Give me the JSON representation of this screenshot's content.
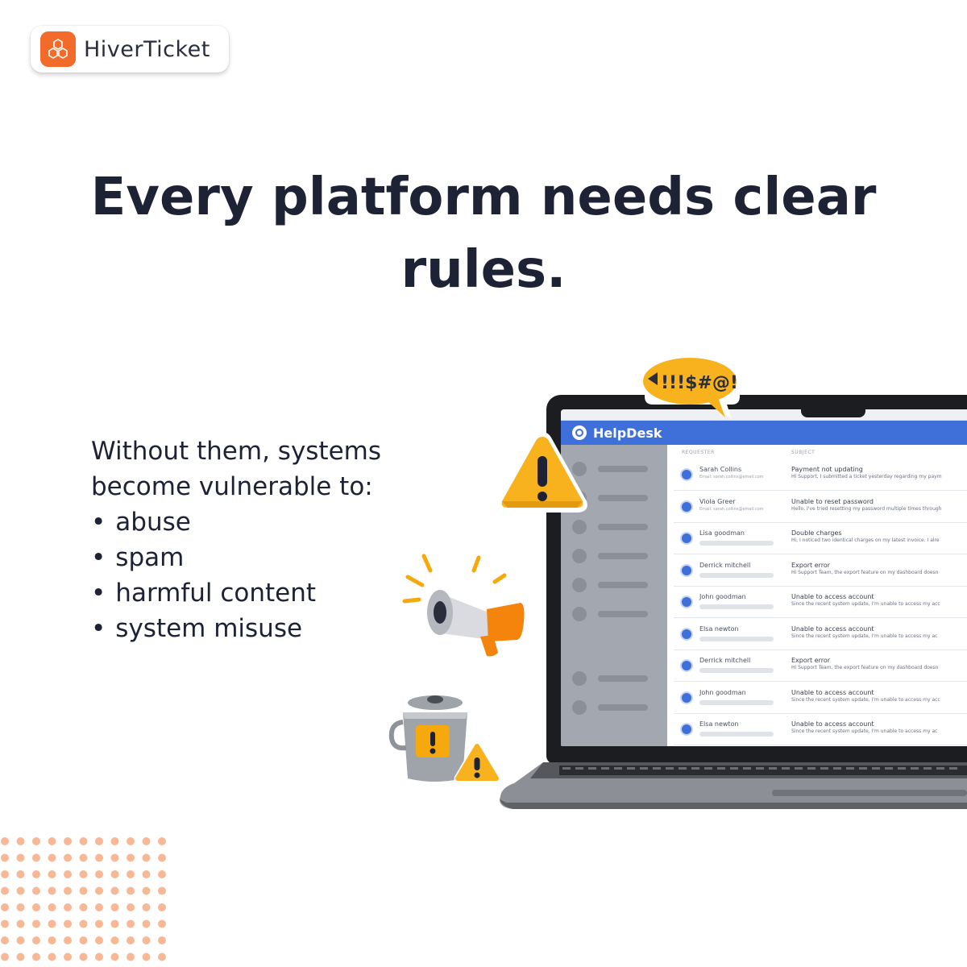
{
  "brand": {
    "name": "HiverTicket",
    "accent": "#f26b2a"
  },
  "headline": "Every platform needs clear rules.",
  "intro": "Without them, systems become vulnerable to:",
  "bullets": [
    "abuse",
    "spam",
    "harmful content",
    "system misuse"
  ],
  "bullet_marker": "•",
  "bubble_text": "!!!$#@!",
  "helpdesk": {
    "title": "HelpDesk",
    "columns": {
      "requester": "REQUESTER",
      "subject": "SUBJECT"
    },
    "rows": [
      {
        "name": "Sarah Collins",
        "email": "Email: sarah.collins@email.com",
        "subject": "Payment not updating",
        "preview": "Hi Support, I submitted a ticket yesterday regarding my paym"
      },
      {
        "name": "Viola Greer",
        "email": "Email: sarah.collins@email.com",
        "subject": "Unable to reset password",
        "preview": "Hello, I've tried resetting my password multiple times through"
      },
      {
        "name": "Lisa goodman",
        "email": "",
        "subject": "Double charges",
        "preview": "Hi, I noticed two identical charges on my latest invoice. I alre"
      },
      {
        "name": "Derrick mitchell",
        "email": "",
        "subject": "Export error",
        "preview": "Hi Support Team, the export feature on my dashboard doesn"
      },
      {
        "name": "John goodman",
        "email": "",
        "subject": "Unable to access account",
        "preview": "Since the recent system update, I'm unable to access my acc"
      },
      {
        "name": "Elsa newton",
        "email": "",
        "subject": "Unable to access account",
        "preview": "Since the recent system update, I'm unable to access my ac"
      },
      {
        "name": "Derrick mitchell",
        "email": "",
        "subject": "Export error",
        "preview": "Hi Support Team, the export feature on my dashboard doesn"
      },
      {
        "name": "John goodman",
        "email": "",
        "subject": "Unable to access account",
        "preview": "Since the recent system update, I'm unable to access my acc"
      },
      {
        "name": "Elsa newton",
        "email": "",
        "subject": "Unable to access account",
        "preview": "Since the recent system update, I'm unable to access my ac"
      }
    ]
  },
  "colors": {
    "text": "#1e2235",
    "helpdesk_bar": "#3f6fd8",
    "warning": "#f5a90c",
    "dots": "#f7b896"
  }
}
